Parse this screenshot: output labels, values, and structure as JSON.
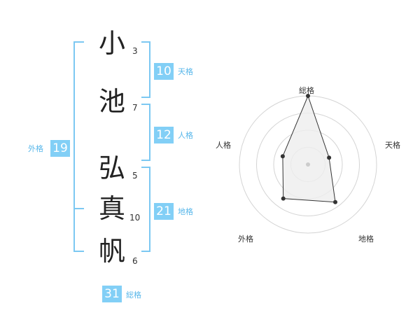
{
  "name": {
    "chars": [
      {
        "char": "小",
        "strokes": "3"
      },
      {
        "char": "池",
        "strokes": "7"
      },
      {
        "char": "弘",
        "strokes": "5"
      },
      {
        "char": "真",
        "strokes": "10"
      },
      {
        "char": "帆",
        "strokes": "6"
      }
    ]
  },
  "grids": {
    "tenkaku": {
      "label": "天格",
      "value": "10"
    },
    "jinkaku": {
      "label": "人格",
      "value": "12"
    },
    "chikaku": {
      "label": "地格",
      "value": "21"
    },
    "gaikaku": {
      "label": "外格",
      "value": "19"
    },
    "soukaku": {
      "label": "総格",
      "value": "31"
    }
  },
  "colors": {
    "accent": "#82cff6",
    "bracket": "#7cc8f2",
    "text": "#222222"
  },
  "chart_data": {
    "type": "radar",
    "axes": [
      "総格",
      "天格",
      "地格",
      "外格",
      "人格"
    ],
    "values": [
      31,
      10,
      21,
      19,
      12
    ],
    "rings": 4,
    "max": 31,
    "marker_color": "#333333",
    "fill_color": "#eeeeee"
  }
}
